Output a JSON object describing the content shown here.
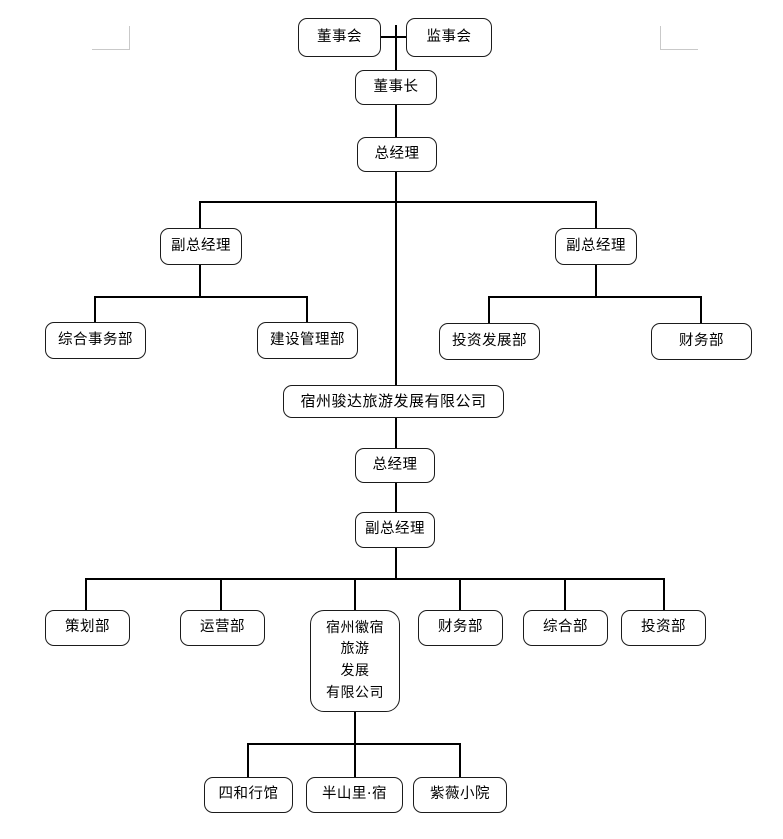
{
  "document": {
    "type": "organization-chart",
    "title": "组织架构图",
    "language": "zh-CN",
    "background_color": "#ffffff",
    "line_color": "#000000",
    "box_border_color": "#1b1b1b"
  },
  "nodes": {
    "board_of_directors": "董事会",
    "board_of_supervisors": "监事会",
    "chairman": "董事长",
    "general_manager": "总经理",
    "deputy_gm_left": "副总经理",
    "deputy_gm_right": "副总经理",
    "general_affairs_dept": "综合事务部",
    "construction_mgmt_dept": "建设管理部",
    "investment_dev_dept": "投资发展部",
    "finance_dept_upper": "财务部",
    "subsidiary_company": "宿州骏达旅游发展有限公司",
    "sub_general_manager": "总经理",
    "sub_deputy_gm": "副总经理",
    "planning_dept": "策划部",
    "operations_dept": "运营部",
    "huisu_company": "宿州徽宿\n旅游\n发展\n有限公司",
    "finance_dept_lower": "财务部",
    "general_dept": "综合部",
    "investment_dept": "投资部",
    "property_sihe": "四和行馆",
    "property_banshanli": "半山里·宿",
    "property_ziwei": "紫薇小院"
  },
  "levels": {
    "level_1": [
      "董事会",
      "监事会"
    ],
    "level_2": [
      "董事长"
    ],
    "level_3": [
      "总经理"
    ],
    "level_4": [
      "副总经理",
      "副总经理"
    ],
    "level_5": [
      "综合事务部",
      "建设管理部",
      "投资发展部",
      "财务部"
    ],
    "level_6": [
      "宿州骏达旅游发展有限公司"
    ],
    "level_7": [
      "总经理"
    ],
    "level_8": [
      "副总经理"
    ],
    "level_9": [
      "策划部",
      "运营部",
      "宿州徽宿旅游发展有限公司",
      "财务部",
      "综合部",
      "投资部"
    ],
    "level_10": [
      "四和行馆",
      "半山里·宿",
      "紫薇小院"
    ]
  }
}
